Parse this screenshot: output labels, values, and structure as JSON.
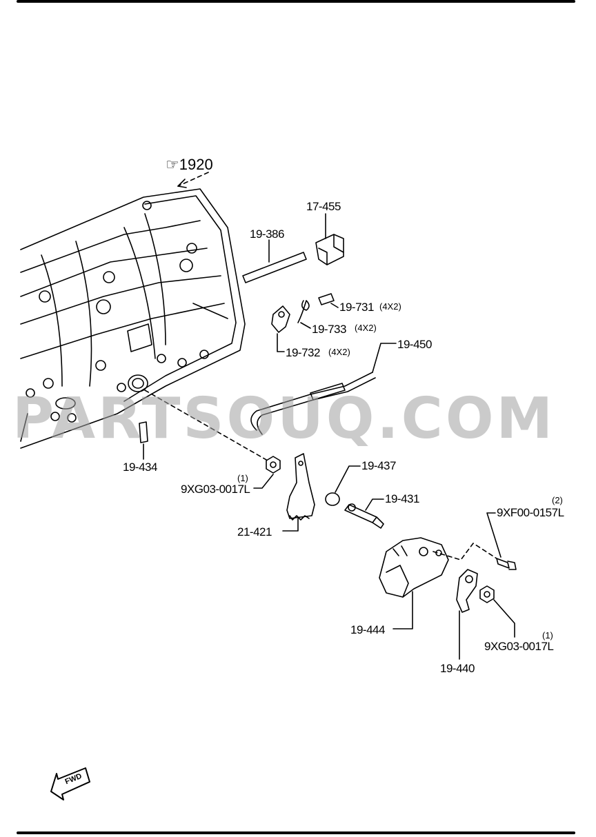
{
  "reference": {
    "symbol": "☞",
    "number": "1920"
  },
  "parts": [
    {
      "id": "17-455"
    },
    {
      "id": "19-386"
    },
    {
      "id": "19-731",
      "qty": "(4X2)"
    },
    {
      "id": "19-733",
      "qty": "(4X2)"
    },
    {
      "id": "19-732",
      "qty": "(4X2)"
    },
    {
      "id": "19-450"
    },
    {
      "id": "19-434"
    },
    {
      "id": "9XG03-0017L",
      "qty": "(1)"
    },
    {
      "id": "19-437"
    },
    {
      "id": "19-431"
    },
    {
      "id": "21-421"
    },
    {
      "id": "9XF00-0157L",
      "qty": "(2)"
    },
    {
      "id": "19-444"
    },
    {
      "id": "19-440"
    },
    {
      "id": "9XG03-0017L",
      "qty": "(1)"
    }
  ],
  "direction_badge": "FWD",
  "watermark": "PARTSOUQ.COM"
}
